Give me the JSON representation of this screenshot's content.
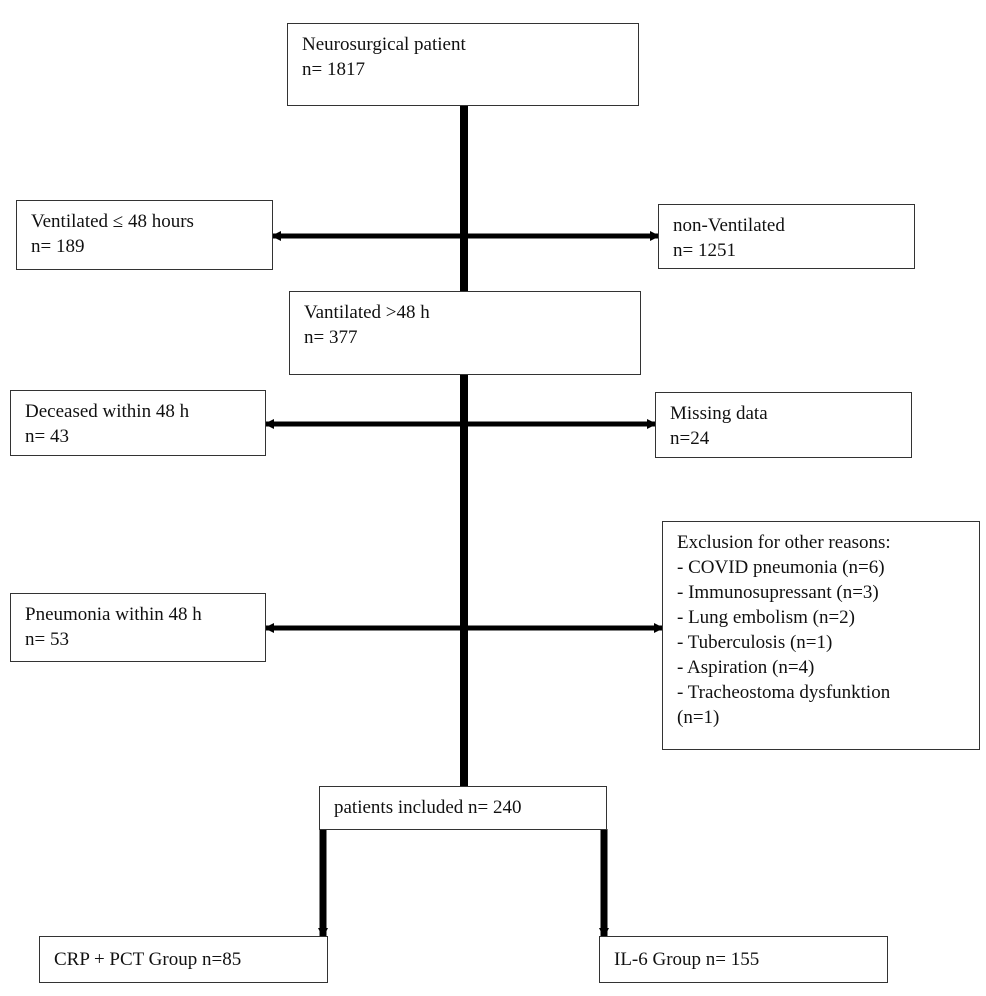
{
  "colors": {
    "line": "#000000",
    "box_border": "#333333"
  },
  "boxes": {
    "start": {
      "line1": "Neurosurgical patient",
      "line2": "n= 1817"
    },
    "ventilated_short": {
      "line1": "Ventilated ≤ 48 hours",
      "line2": "n= 189"
    },
    "non_ventilated": {
      "line1": "non-Ventilated",
      "line2": "n= 1251"
    },
    "ventilated_long": {
      "line1": "Vantilated >48 h",
      "line2": "n= 377"
    },
    "deceased": {
      "line1": "Deceased within 48 h",
      "line2": "n= 43"
    },
    "missing": {
      "line1": "Missing data",
      "line2": "n=24"
    },
    "pneumonia": {
      "line1": "Pneumonia within 48 h",
      "line2": "n= 53"
    },
    "exclusion": {
      "title": "Exclusion for other reasons:",
      "items": [
        "- COVID pneumonia (n=6)",
        "- Immunosupressant (n=3)",
        "- Lung embolism (n=2)",
        "- Tuberculosis (n=1)",
        "- Aspiration (n=4)",
        "- Tracheostoma dysfunktion",
        "(n=1)"
      ]
    },
    "included": {
      "line1": "patients included n= 240"
    },
    "crp_pct": {
      "line1": "CRP + PCT Group n=85"
    },
    "il6": {
      "line1": "IL-6 Group n= 155"
    }
  }
}
